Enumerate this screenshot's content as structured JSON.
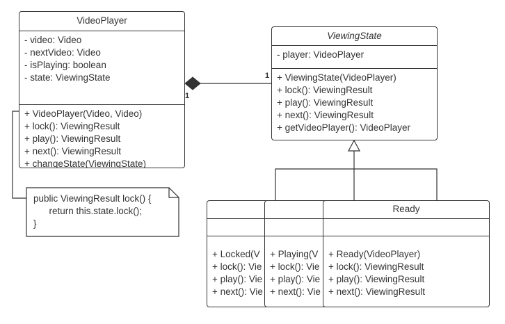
{
  "videoplayer": {
    "name": "VideoPlayer",
    "attributes": [
      "- video: Video",
      "- nextVideo: Video",
      "- isPlaying: boolean",
      "- state: ViewingState"
    ],
    "methods": [
      "+ VideoPlayer(Video, Video)",
      "+ lock(): ViewingResult",
      "+ play(): ViewingResult",
      "+ next(): ViewingResult",
      "+ changeState(ViewingState)"
    ]
  },
  "viewingstate": {
    "name": "ViewingState",
    "attributes": [
      "- player: VideoPlayer"
    ],
    "methods": [
      "+ ViewingState(VideoPlayer)",
      "+ lock(): ViewingResult",
      "+ play(): ViewingResult",
      "+ next(): ViewingResult",
      "+ getVideoPlayer(): VideoPlayer"
    ]
  },
  "locked": {
    "name": "",
    "methods": [
      "+ Locked(V",
      "+ lock(): Vie",
      "+ play(): Vie",
      "+ next(): Vie"
    ]
  },
  "playing": {
    "name": "",
    "methods": [
      "+ Playing(V",
      "+ lock(): Vie",
      "+ play(): Vie",
      "+ next(): Vie"
    ]
  },
  "ready": {
    "name": "Ready",
    "methods": [
      "+ Ready(VideoPlayer)",
      "+ lock(): ViewingResult",
      "+ play(): ViewingResult",
      "+ next(): ViewingResult"
    ]
  },
  "note": {
    "lines": [
      "public ViewingResult lock() {",
      "      return this.state.lock();",
      "}"
    ]
  },
  "association": {
    "multiplicity_source": "1",
    "multiplicity_target": "1"
  },
  "colors": {
    "line": "#333333",
    "background": "#ffffff",
    "text": "#333333"
  }
}
